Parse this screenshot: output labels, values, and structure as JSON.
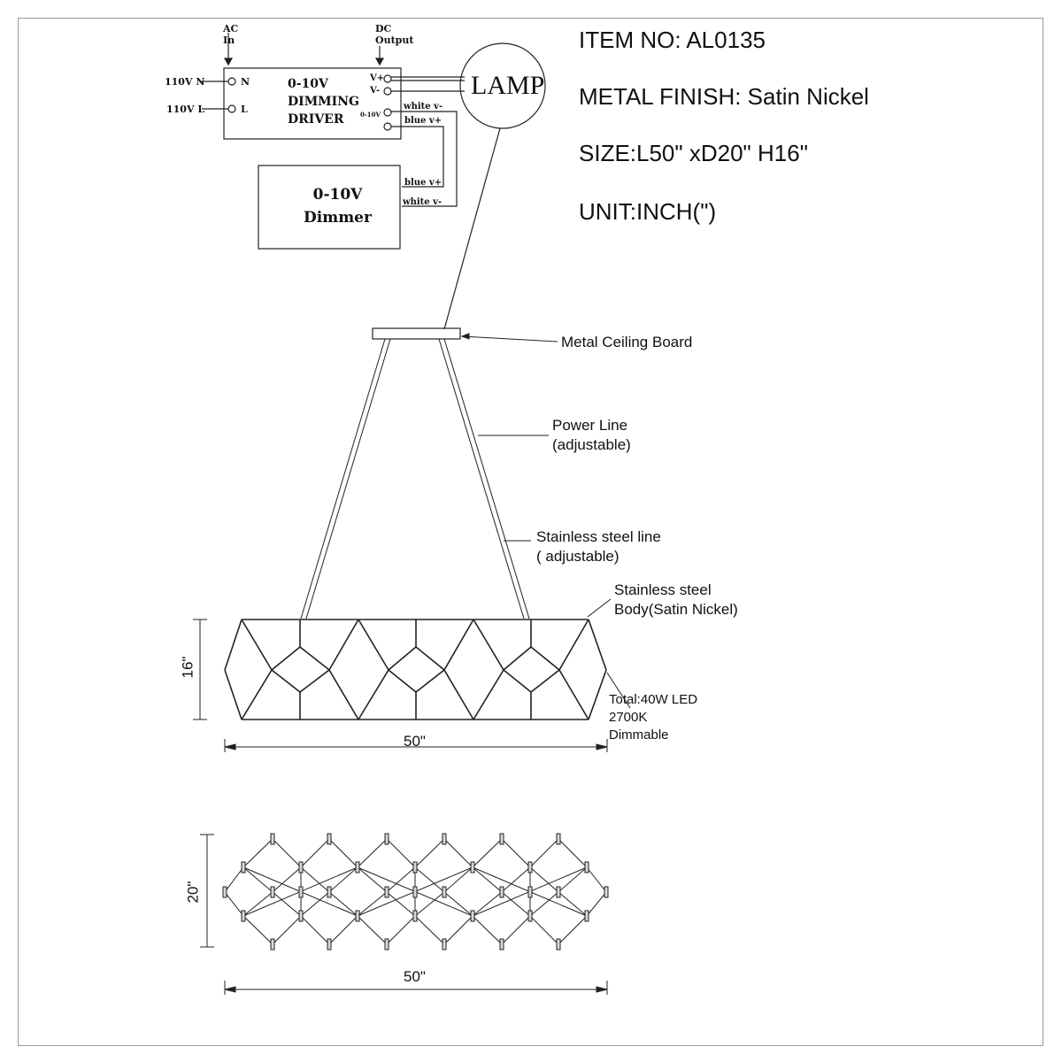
{
  "specs": {
    "item_no": "ITEM NO: AL0135",
    "metal_finish": "METAL FINISH: Satin Nickel",
    "size": "SIZE:L50\" xD20\" H16\"",
    "unit": "UNIT:INCH(\")"
  },
  "wiring": {
    "ac_in_line1": "AC",
    "ac_in_line2": "In",
    "dc_out_line1": "DC",
    "dc_out_line2": "Output",
    "input_n": "110V N",
    "input_l": "110V L",
    "terminal_n": "N",
    "terminal_l": "L",
    "driver_line1": "0-10V",
    "driver_line2": "DIMMING",
    "driver_line3": "DRIVER",
    "v_plus": "V+",
    "v_minus": "V-",
    "dim_terminal": "0-10V",
    "white_v_minus": "white v-",
    "blue_v_plus": "blue v+",
    "dimmer_line1": "0-10V",
    "dimmer_line2": "Dimmer",
    "lamp": "LAMP"
  },
  "annotations": {
    "ceiling_board": "Metal Ceiling Board",
    "power_line_1": "Power Line",
    "power_line_2": "(adjustable)",
    "steel_line_1": "Stainless steel line",
    "steel_line_2": "( adjustable)",
    "body_1": "Stainless steel",
    "body_2": "Body(Satin Nickel)",
    "led_1": "Total:40W LED",
    "led_2": "2700K",
    "led_3": "Dimmable"
  },
  "dimensions": {
    "front_height": "16\"",
    "front_length": "50\"",
    "top_depth": "20\"",
    "top_length": "50\""
  }
}
